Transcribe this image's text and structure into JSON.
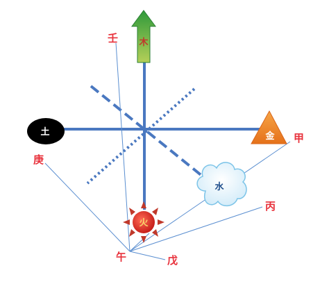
{
  "elements": {
    "wood": "木",
    "earth": "土",
    "metal": "金",
    "water": "水",
    "fire": "火"
  },
  "stems": {
    "ren": "壬",
    "jia": "甲",
    "geng": "庚",
    "bing": "丙",
    "wu_branch": "午",
    "wu_stem": "戊"
  },
  "colors": {
    "axis": "#4a78c0",
    "label_red": "#e8323c",
    "wood_top": "#2e9b3c",
    "wood_bottom": "#a8c64a",
    "earth": "#000000",
    "metal": "#f0871e",
    "water_fill": "#dff1fb",
    "water_stroke": "#7cc4e8",
    "fire_core": "#e53a2a",
    "fire_rays": "#c0392b",
    "line": "#5a8ed0"
  }
}
